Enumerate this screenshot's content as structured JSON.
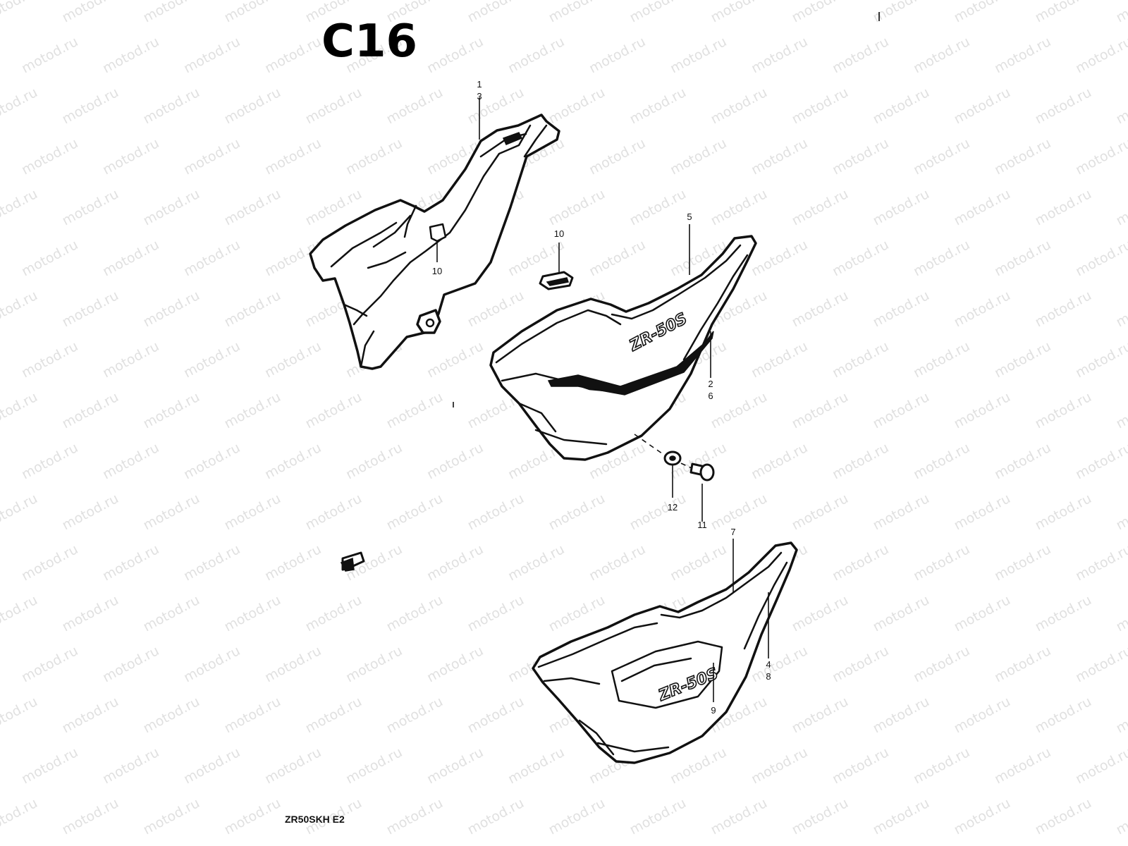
{
  "page": {
    "code": "C16",
    "model": "ZR50SKH  E2",
    "corner_mark": "I"
  },
  "watermark": {
    "text": "motod.ru"
  },
  "parts": {
    "frame_cover": {
      "callout_a": "1",
      "callout_b": "3"
    },
    "cushion_upper": {
      "callout": "10"
    },
    "cushion_loose": {
      "callout": "10"
    },
    "side_cover_front": {
      "callout": "5",
      "emblem": "ZR-50S",
      "sub_a": "2",
      "sub_b": "6"
    },
    "washer": {
      "callout": "12"
    },
    "screw": {
      "callout": "11"
    },
    "side_cover_rear": {
      "callout": "7",
      "emblem": "ZR-50S",
      "sub_a": "4",
      "sub_b": "8",
      "sub_c": "9"
    }
  }
}
